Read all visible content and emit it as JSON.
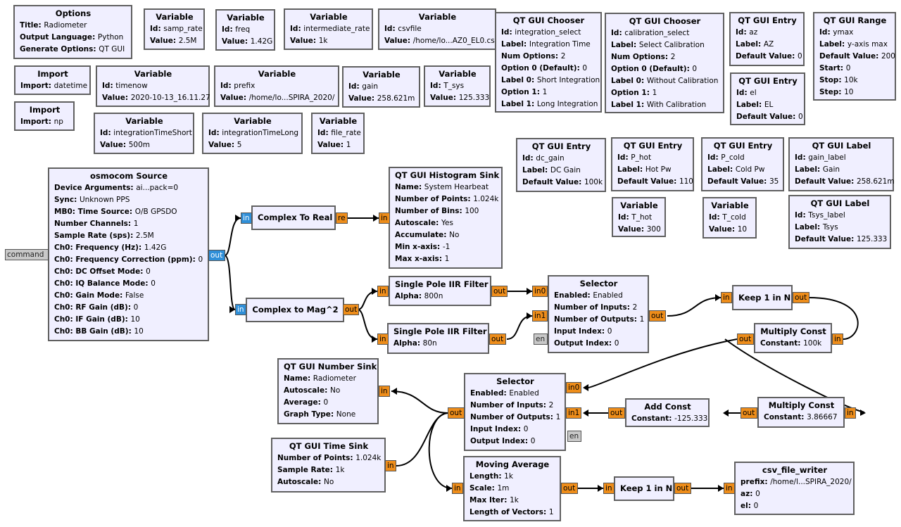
{
  "blocks": [
    {
      "id": "options",
      "title": "Options",
      "rows": [
        [
          "Title",
          "Radiometer"
        ],
        [
          "Output Language",
          "Python"
        ],
        [
          "Generate Options",
          "QT GUI"
        ]
      ]
    },
    {
      "id": "var-samp-rate",
      "title": "Variable",
      "rows": [
        [
          "Id",
          "samp_rate"
        ],
        [
          "Value",
          "2.5M"
        ]
      ]
    },
    {
      "id": "var-freq",
      "title": "Variable",
      "rows": [
        [
          "Id",
          "freq"
        ],
        [
          "Value",
          "1.42G"
        ]
      ]
    },
    {
      "id": "var-intermediate-rate",
      "title": "Variable",
      "rows": [
        [
          "Id",
          "intermediate_rate"
        ],
        [
          "Value",
          "1k"
        ]
      ]
    },
    {
      "id": "var-csvfile",
      "title": "Variable",
      "rows": [
        [
          "Id",
          "csvfile"
        ],
        [
          "Value",
          "/home/lo...AZ0_EL0.csv"
        ]
      ]
    },
    {
      "id": "chooser-integration",
      "title": "QT GUI Chooser",
      "rows": [
        [
          "Id",
          "integration_select"
        ],
        [
          "Label",
          "Integration Time"
        ],
        [
          "Num Options",
          "2"
        ],
        [
          "Option 0 (Default)",
          "0"
        ],
        [
          "Label 0",
          "Short Integration"
        ],
        [
          "Option 1",
          "1"
        ],
        [
          "Label 1",
          "Long Integration"
        ]
      ]
    },
    {
      "id": "chooser-calibration",
      "title": "QT GUI Chooser",
      "rows": [
        [
          "Id",
          "calibration_select"
        ],
        [
          "Label",
          "Select Calibration"
        ],
        [
          "Num Options",
          "2"
        ],
        [
          "Option 0 (Default)",
          "0"
        ],
        [
          "Label 0",
          "Without Calibration"
        ],
        [
          "Option 1",
          "1"
        ],
        [
          "Label 1",
          "With Calibration"
        ]
      ]
    },
    {
      "id": "entry-az",
      "title": "QT GUI Entry",
      "rows": [
        [
          "Id",
          "az"
        ],
        [
          "Label",
          "AZ"
        ],
        [
          "Default Value",
          "0"
        ]
      ]
    },
    {
      "id": "range-ymax",
      "title": "QT GUI Range",
      "rows": [
        [
          "Id",
          "ymax"
        ],
        [
          "Label",
          "y-axis max"
        ],
        [
          "Default Value",
          "200"
        ],
        [
          "Start",
          "0"
        ],
        [
          "Stop",
          "10k"
        ],
        [
          "Step",
          "10"
        ]
      ]
    },
    {
      "id": "entry-el",
      "title": "QT GUI Entry",
      "rows": [
        [
          "Id",
          "el"
        ],
        [
          "Label",
          "EL"
        ],
        [
          "Default Value",
          "0"
        ]
      ]
    },
    {
      "id": "import-datetime",
      "title": "Import",
      "rows": [
        [
          "Import",
          "datetime"
        ]
      ]
    },
    {
      "id": "import-np",
      "title": "Import",
      "rows": [
        [
          "Import",
          "np"
        ]
      ]
    },
    {
      "id": "var-timenow",
      "title": "Variable",
      "rows": [
        [
          "Id",
          "timenow"
        ],
        [
          "Value",
          "2020-10-13_16.11.27"
        ]
      ]
    },
    {
      "id": "var-prefix",
      "title": "Variable",
      "rows": [
        [
          "Id",
          "prefix"
        ],
        [
          "Value",
          "/home/lo...SPIRA_2020/"
        ]
      ]
    },
    {
      "id": "var-gain",
      "title": "Variable",
      "rows": [
        [
          "Id",
          "gain"
        ],
        [
          "Value",
          "258.621m"
        ]
      ]
    },
    {
      "id": "var-t-sys",
      "title": "Variable",
      "rows": [
        [
          "Id",
          "T_sys"
        ],
        [
          "Value",
          "125.333"
        ]
      ]
    },
    {
      "id": "var-integration-short",
      "title": "Variable",
      "rows": [
        [
          "Id",
          "integrationTimeShort"
        ],
        [
          "Value",
          "500m"
        ]
      ]
    },
    {
      "id": "var-integration-long",
      "title": "Variable",
      "rows": [
        [
          "Id",
          "integrationTimeLong"
        ],
        [
          "Value",
          "5"
        ]
      ]
    },
    {
      "id": "var-file-rate",
      "title": "Variable",
      "rows": [
        [
          "Id",
          "file_rate"
        ],
        [
          "Value",
          "1"
        ]
      ]
    },
    {
      "id": "entry-dc-gain",
      "title": "QT GUI Entry",
      "rows": [
        [
          "Id",
          "dc_gain"
        ],
        [
          "Label",
          "DC Gain"
        ],
        [
          "Default Value",
          "100k"
        ]
      ]
    },
    {
      "id": "entry-p-hot",
      "title": "QT GUI Entry",
      "rows": [
        [
          "Id",
          "P_hot"
        ],
        [
          "Label",
          "Hot Pw"
        ],
        [
          "Default Value",
          "110"
        ]
      ]
    },
    {
      "id": "entry-p-cold",
      "title": "QT GUI Entry",
      "rows": [
        [
          "Id",
          "P_cold"
        ],
        [
          "Label",
          "Cold Pw"
        ],
        [
          "Default Value",
          "35"
        ]
      ]
    },
    {
      "id": "label-gain",
      "title": "QT GUI Label",
      "rows": [
        [
          "Id",
          "gain_label"
        ],
        [
          "Label",
          "Gain"
        ],
        [
          "Default Value",
          "258.621m"
        ]
      ]
    },
    {
      "id": "var-t-hot",
      "title": "Variable",
      "rows": [
        [
          "Id",
          "T_hot"
        ],
        [
          "Value",
          "300"
        ]
      ]
    },
    {
      "id": "var-t-cold",
      "title": "Variable",
      "rows": [
        [
          "Id",
          "T_cold"
        ],
        [
          "Value",
          "10"
        ]
      ]
    },
    {
      "id": "label-tsys",
      "title": "QT GUI Label",
      "rows": [
        [
          "Id",
          "Tsys_label"
        ],
        [
          "Label",
          "Tsys"
        ],
        [
          "Default Value",
          "125.333"
        ]
      ]
    },
    {
      "id": "osmocom-source",
      "title": "osmocom Source",
      "rows": [
        [
          "Device Arguments",
          "ai...pack=0"
        ],
        [
          "Sync",
          "Unknown PPS"
        ],
        [
          "MB0: Time Source",
          "O/B GPSDO"
        ],
        [
          "Number Channels",
          "1"
        ],
        [
          "Sample Rate (sps)",
          "2.5M"
        ],
        [
          "Ch0: Frequency (Hz)",
          "1.42G"
        ],
        [
          "Ch0: Frequency Correction (ppm)",
          "0"
        ],
        [
          "Ch0: DC Offset Mode",
          "0"
        ],
        [
          "Ch0: IQ Balance Mode",
          "0"
        ],
        [
          "Ch0: Gain Mode",
          "False"
        ],
        [
          "Ch0: RF Gain (dB)",
          "0"
        ],
        [
          "Ch0: IF Gain (dB)",
          "10"
        ],
        [
          "Ch0: BB Gain (dB)",
          "10"
        ]
      ]
    },
    {
      "id": "complex-to-real",
      "title": "Complex To Real",
      "rows": []
    },
    {
      "id": "histogram-sink",
      "title": "QT GUI Histogram Sink",
      "rows": [
        [
          "Name",
          "System Hearbeat"
        ],
        [
          "Number of Points",
          "1.024k"
        ],
        [
          "Number of Bins",
          "100"
        ],
        [
          "Autoscale",
          "Yes"
        ],
        [
          "Accumulate",
          "No"
        ],
        [
          "Min x-axis",
          "-1"
        ],
        [
          "Max x-axis",
          "1"
        ]
      ]
    },
    {
      "id": "complex-to-mag2",
      "title": "Complex to Mag^2",
      "rows": []
    },
    {
      "id": "iir-filter-1",
      "title": "Single Pole IIR Filter",
      "rows": [
        [
          "Alpha",
          "800n"
        ]
      ]
    },
    {
      "id": "iir-filter-2",
      "title": "Single Pole IIR Filter",
      "rows": [
        [
          "Alpha",
          "80n"
        ]
      ]
    },
    {
      "id": "selector-1",
      "title": "Selector",
      "rows": [
        [
          "Enabled",
          "Enabled"
        ],
        [
          "Number of Inputs",
          "2"
        ],
        [
          "Number of Outputs",
          "1"
        ],
        [
          "Input Index",
          "0"
        ],
        [
          "Output Index",
          "0"
        ]
      ]
    },
    {
      "id": "keep-1-in-n-top",
      "title": "Keep 1 in N",
      "rows": []
    },
    {
      "id": "multiply-const-1",
      "title": "Multiply Const",
      "rows": [
        [
          "Constant",
          "100k"
        ]
      ]
    },
    {
      "id": "number-sink",
      "title": "QT GUI Number Sink",
      "rows": [
        [
          "Name",
          "Radiometer"
        ],
        [
          "Autoscale",
          "No"
        ],
        [
          "Average",
          "0"
        ],
        [
          "Graph Type",
          "None"
        ]
      ]
    },
    {
      "id": "selector-2",
      "title": "Selector",
      "rows": [
        [
          "Enabled",
          "Enabled"
        ],
        [
          "Number of Inputs",
          "2"
        ],
        [
          "Number of Outputs",
          "1"
        ],
        [
          "Input Index",
          "0"
        ],
        [
          "Output Index",
          "0"
        ]
      ]
    },
    {
      "id": "add-const",
      "title": "Add Const",
      "rows": [
        [
          "Constant",
          "-125.333"
        ]
      ]
    },
    {
      "id": "multiply-const-2",
      "title": "Multiply Const",
      "rows": [
        [
          "Constant",
          "3.86667"
        ]
      ]
    },
    {
      "id": "time-sink",
      "title": "QT GUI Time Sink",
      "rows": [
        [
          "Number of Points",
          "1.024k"
        ],
        [
          "Sample Rate",
          "1k"
        ],
        [
          "Autoscale",
          "No"
        ]
      ]
    },
    {
      "id": "moving-average",
      "title": "Moving Average",
      "rows": [
        [
          "Length",
          "1k"
        ],
        [
          "Scale",
          "1m"
        ],
        [
          "Max Iter",
          "1k"
        ],
        [
          "Length of Vectors",
          "1"
        ]
      ]
    },
    {
      "id": "keep-1-in-n-bottom",
      "title": "Keep 1 in N",
      "rows": []
    },
    {
      "id": "csv-file-writer",
      "title": "csv_file_writer",
      "rows": [
        [
          "prefix",
          "/home/l...SPIRA_2020/"
        ],
        [
          "az",
          "0"
        ],
        [
          "el",
          "0"
        ]
      ]
    }
  ],
  "ports": [
    {
      "id": "command",
      "label": "command",
      "kind": "gray"
    },
    {
      "id": "osmo-out",
      "label": "out",
      "kind": "blue"
    },
    {
      "id": "ctr-in",
      "label": "in",
      "kind": "blue"
    },
    {
      "id": "ctr-out",
      "label": "re",
      "kind": "orange"
    },
    {
      "id": "hist-in",
      "label": "in",
      "kind": "orange"
    },
    {
      "id": "ctm-in",
      "label": "in",
      "kind": "blue"
    },
    {
      "id": "ctm-out",
      "label": "out",
      "kind": "orange"
    },
    {
      "id": "iir1-in",
      "label": "in",
      "kind": "orange"
    },
    {
      "id": "iir1-out",
      "label": "out",
      "kind": "orange"
    },
    {
      "id": "iir2-in",
      "label": "in",
      "kind": "orange"
    },
    {
      "id": "iir2-out",
      "label": "out",
      "kind": "orange"
    },
    {
      "id": "sel1-in0",
      "label": "in0",
      "kind": "orange"
    },
    {
      "id": "sel1-in1",
      "label": "in1",
      "kind": "orange"
    },
    {
      "id": "sel1-en",
      "label": "en",
      "kind": "gray"
    },
    {
      "id": "sel1-out",
      "label": "out",
      "kind": "orange"
    },
    {
      "id": "keep1-in",
      "label": "in",
      "kind": "orange"
    },
    {
      "id": "keep1-out",
      "label": "out",
      "kind": "orange"
    },
    {
      "id": "mc1-out",
      "label": "out",
      "kind": "orange"
    },
    {
      "id": "mc1-in",
      "label": "in",
      "kind": "orange"
    },
    {
      "id": "num-in",
      "label": "in",
      "kind": "orange"
    },
    {
      "id": "sel2-out",
      "label": "out",
      "kind": "orange"
    },
    {
      "id": "sel2-in0",
      "label": "in0",
      "kind": "orange"
    },
    {
      "id": "sel2-in1",
      "label": "in1",
      "kind": "orange"
    },
    {
      "id": "sel2-en",
      "label": "en",
      "kind": "gray"
    },
    {
      "id": "add-out",
      "label": "out",
      "kind": "orange"
    },
    {
      "id": "mc2-out",
      "label": "out",
      "kind": "orange"
    },
    {
      "id": "mc2-in",
      "label": "in",
      "kind": "orange"
    },
    {
      "id": "time-in",
      "label": "in",
      "kind": "orange"
    },
    {
      "id": "mavg-in",
      "label": "in",
      "kind": "orange"
    },
    {
      "id": "mavg-out",
      "label": "out",
      "kind": "orange"
    },
    {
      "id": "keep2-in",
      "label": "in",
      "kind": "orange"
    },
    {
      "id": "keep2-out",
      "label": "out",
      "kind": "orange"
    },
    {
      "id": "csv-in",
      "label": "in",
      "kind": "orange"
    }
  ],
  "colors": {
    "block_fill": "#f0efff",
    "block_border": "#606060",
    "port_float": "#ee8d1a",
    "port_complex": "#2f8fd8",
    "port_message": "#c8c8c8",
    "wire": "#000000"
  }
}
